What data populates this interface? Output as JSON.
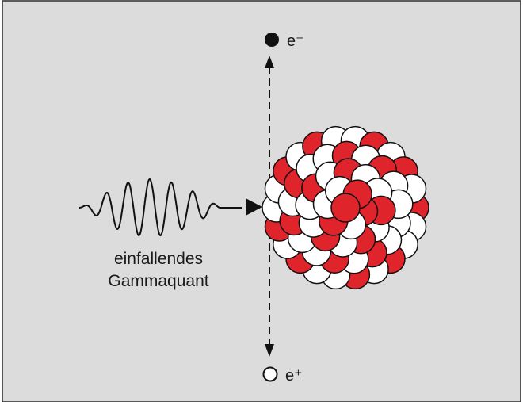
{
  "colors": {
    "background": "#dcdcdc",
    "border": "#2a2a2a",
    "proton": "#e0242b",
    "neutron": "#ffffff",
    "stroke": "#111111"
  },
  "labels": {
    "electron": "e⁻",
    "positron": "e⁺",
    "incident_line1": "einfallendes",
    "incident_line2": "Gammaquant"
  },
  "icons": [
    "electron-dot",
    "positron-dot",
    "nucleus",
    "gamma-wave",
    "dashed-arrow"
  ]
}
